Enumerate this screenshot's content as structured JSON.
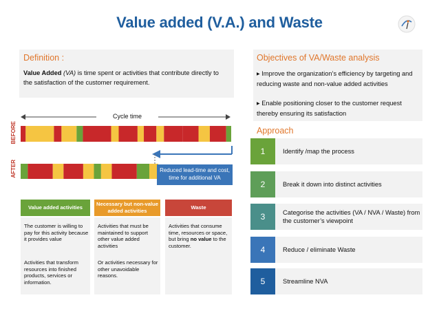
{
  "title": "Value added (V.A.) and Waste",
  "colors": {
    "title_blue": "#1f5e9e",
    "accent_orange": "#e0762b",
    "va_green": "#6aa33a",
    "nva_orange": "#e89a2a",
    "waste_red": "#c8463a",
    "bar_red": "#c8282a",
    "bar_yellow": "#f5c542",
    "bar_green": "#6aa33a",
    "reduced_blue": "#3a75b8"
  },
  "definition": {
    "heading": "Definition :",
    "term": "Value Added",
    "abbr": "(VA)",
    "text": "is time spent or activities that contribute directly to the satisfaction of the customer requirement."
  },
  "objectives": {
    "heading": "Objectives of VA/Waste analysis",
    "items": [
      "Improve the organization’s efficiency by targeting and reducing waste and non-value added activities",
      "Enable positioning closer to the customer request thereby ensuring its satisfaction"
    ]
  },
  "diagram": {
    "cycle_label": "Cycle time",
    "before_label": "BEFORE",
    "after_label": "AFTER",
    "reduced_label": "Reduced lead-time and cost, time for additional VA",
    "before_segments": [
      "red",
      "yellow",
      "red",
      "yellow",
      "green",
      "red",
      "yellow",
      "red",
      "yellow",
      "red",
      "yellow",
      "red",
      "red",
      "yellow",
      "red",
      "green"
    ],
    "after_segments": [
      "green",
      "red",
      "yellow",
      "red",
      "yellow",
      "green",
      "yellow",
      "red",
      "green",
      "yellow"
    ]
  },
  "categories": [
    {
      "heading": "Value added activities",
      "paras": [
        "The customer is willing to pay for this activity because it provides value",
        "Activities that transform resources into finished products, services or information."
      ]
    },
    {
      "heading": "Necessary but non-value added activities",
      "paras": [
        "Activities that must be maintained to support other value added activities",
        "Or activities necessary for other unavoidable reasons."
      ]
    },
    {
      "heading": "Waste",
      "paras_pre": "Activities that consume time, resources or space, but bring",
      "paras_bold": "no value",
      "paras_post": "to the customer."
    }
  ],
  "approach": {
    "heading": "Approach",
    "steps": [
      {
        "num": "1",
        "text": "Identify /map the process"
      },
      {
        "num": "2",
        "text": "Break it down into  distinct activities"
      },
      {
        "num": "3",
        "text": "Categorise the activities (VA / NVA / Waste)  from the customer’s viewpoint"
      },
      {
        "num": "4",
        "text": "Reduce / eliminate Waste"
      },
      {
        "num": "5",
        "text": "Streamline NVA"
      }
    ]
  }
}
